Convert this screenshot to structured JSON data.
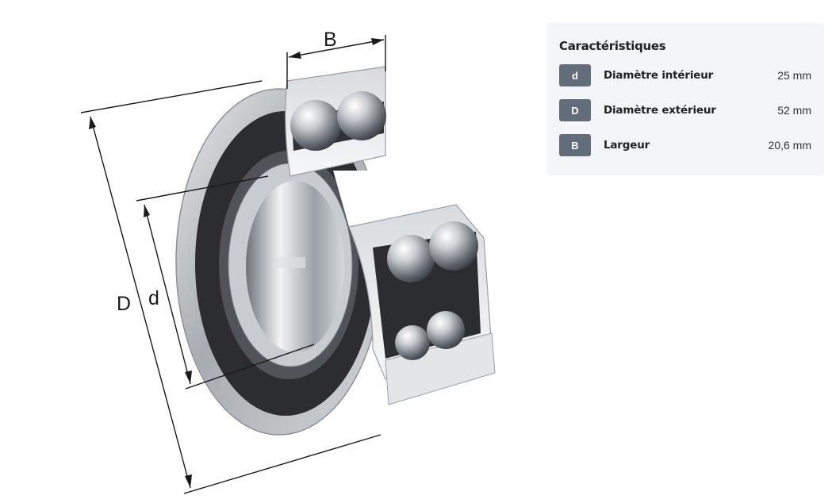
{
  "diagram": {
    "labels": {
      "width": "B",
      "outer": "D",
      "inner": "d"
    }
  },
  "specs": {
    "title": "Caractéristiques",
    "rows": [
      {
        "symbol": "d",
        "name": "Diamètre intérieur",
        "value": "25 mm"
      },
      {
        "symbol": "D",
        "name": "Diamètre extérieur",
        "value": "52 mm"
      },
      {
        "symbol": "B",
        "name": "Largeur",
        "value": "20,6 mm"
      }
    ]
  },
  "colors": {
    "badge": "#636d7a",
    "panel": "#f4f5f6",
    "seal": "#2b2d30"
  }
}
